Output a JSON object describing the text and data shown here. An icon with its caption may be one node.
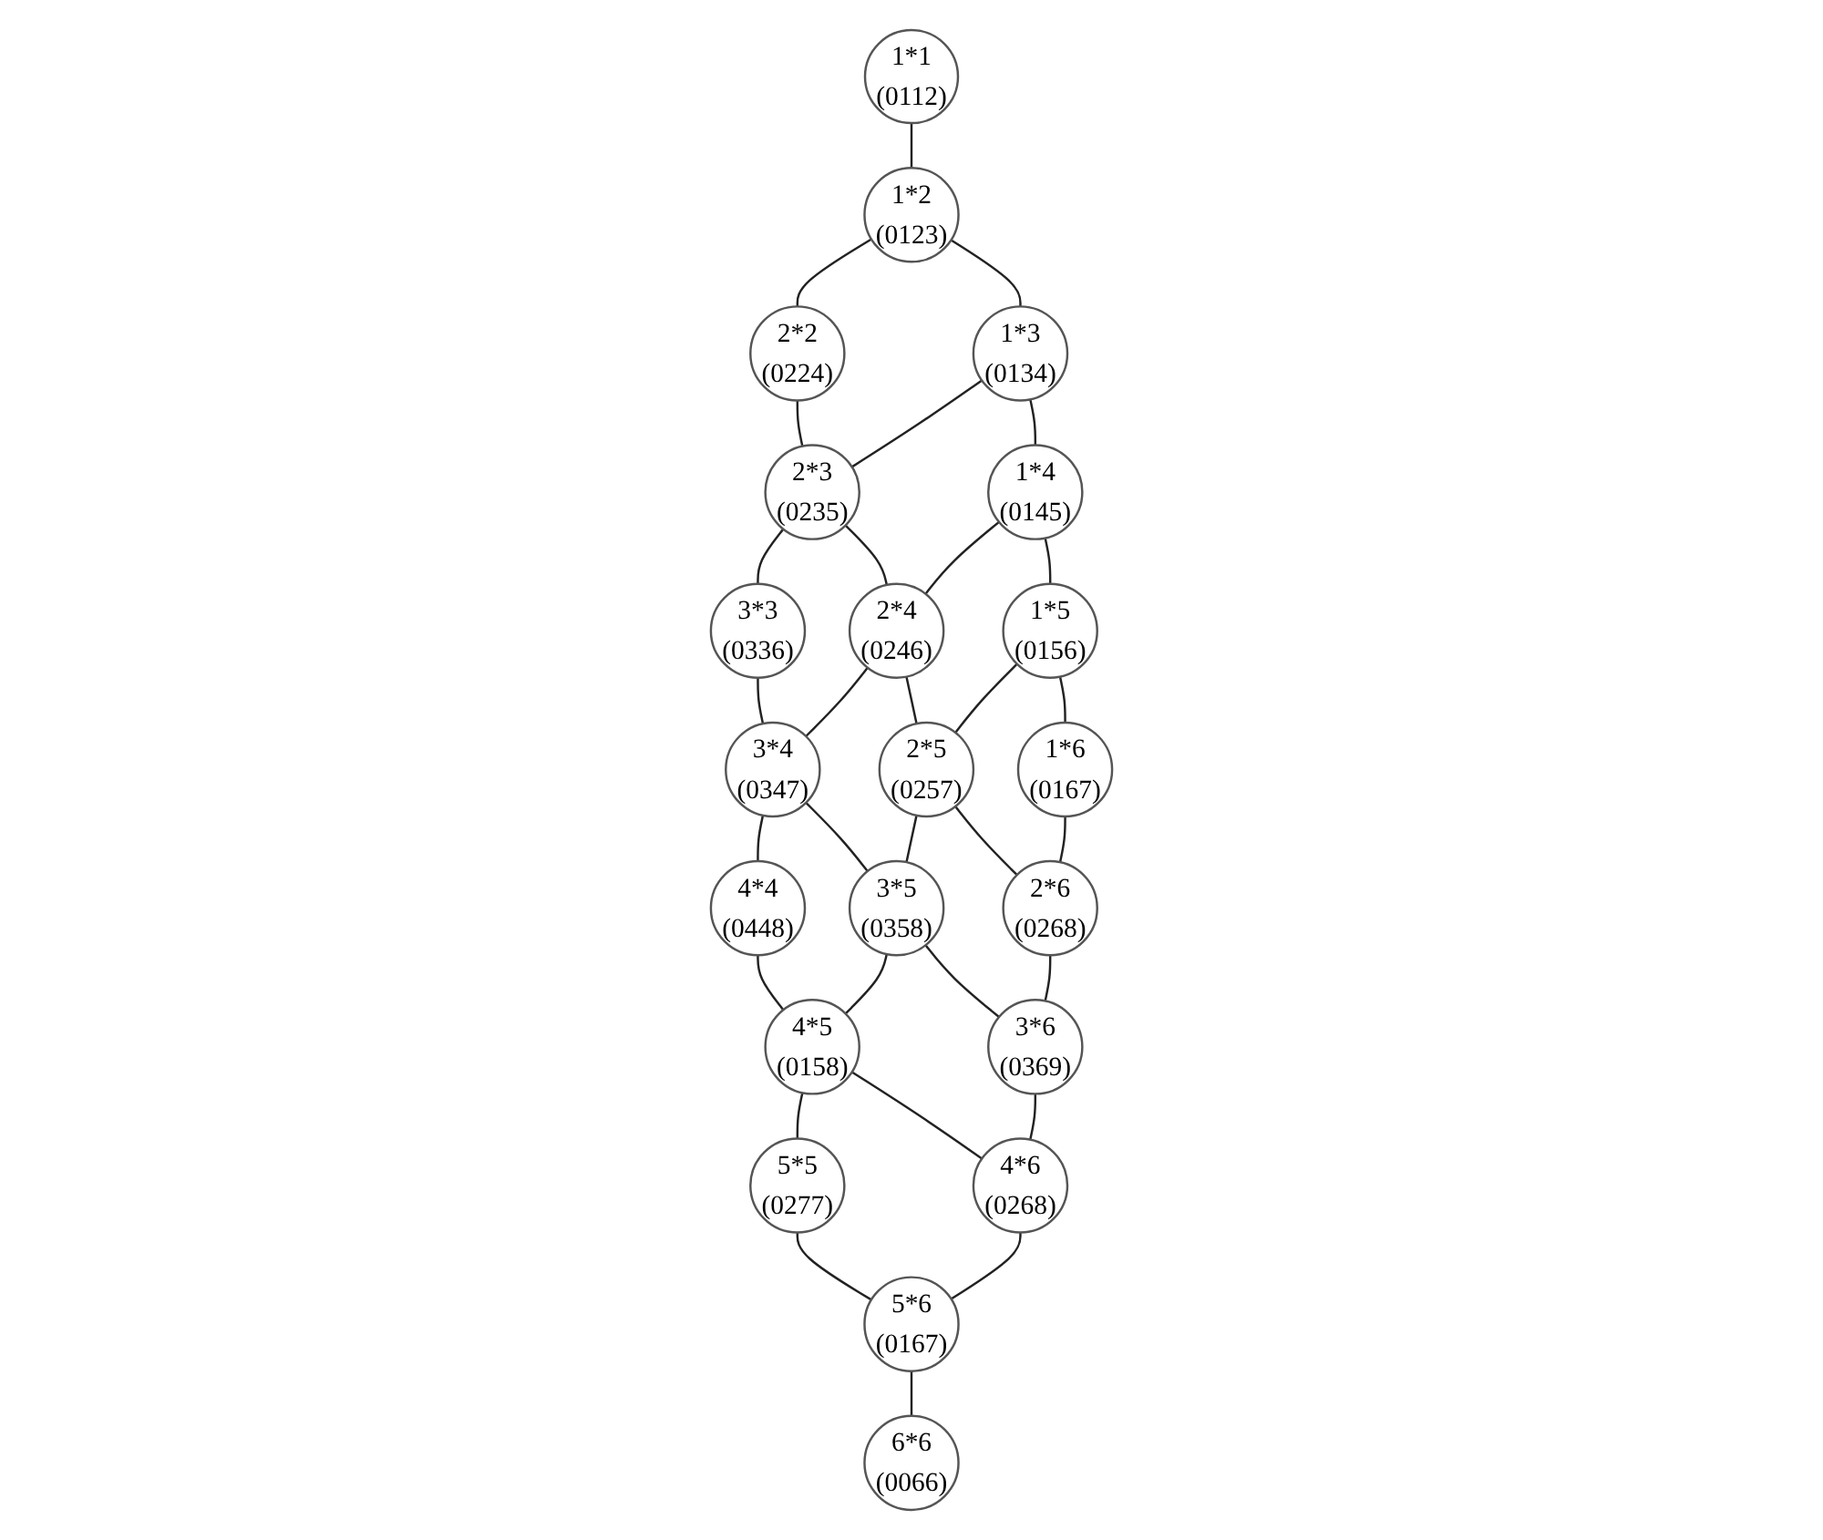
{
  "diagram": {
    "nodes": [
      {
        "text": [
          "1*1",
          "(0112)"
        ]
      },
      {
        "text": [
          "1*2",
          "(0123)"
        ]
      },
      {
        "text": [
          "2*2",
          "(0224)"
        ]
      },
      {
        "text": [
          "1*3",
          "(0134)"
        ]
      },
      {
        "text": [
          "2*3",
          "(0235)"
        ]
      },
      {
        "text": [
          "3*3",
          "(0336)"
        ]
      },
      {
        "text": [
          "1*4",
          "(0145)"
        ]
      },
      {
        "text": [
          "2*4",
          "(0246)"
        ]
      },
      {
        "text": [
          "3*4",
          "(0347)"
        ]
      },
      {
        "text": [
          "4*4",
          "(0448)"
        ]
      },
      {
        "text": [
          "1*5",
          "(0156)"
        ]
      },
      {
        "text": [
          "2*5",
          "(0257)"
        ]
      },
      {
        "text": [
          "3*5",
          "(0358)"
        ]
      },
      {
        "text": [
          "4*5",
          "(0158)"
        ]
      },
      {
        "text": [
          "5*5",
          "(0277)"
        ]
      },
      {
        "text": [
          "1*6",
          "(0167)"
        ]
      },
      {
        "text": [
          "2*6",
          "(0268)"
        ]
      },
      {
        "text": [
          "3*6",
          "(0369)"
        ]
      },
      {
        "text": [
          "4*6",
          "(0268)"
        ]
      },
      {
        "text": [
          "5*6",
          "(0167)"
        ]
      },
      {
        "text": [
          "6*6",
          "(0066)"
        ]
      }
    ],
    "edges": [
      {
        "from": 0,
        "to": 1,
        "arrow": "none"
      },
      {
        "from": 1,
        "to": 2,
        "arrow": "none"
      },
      {
        "from": 1,
        "to": 3,
        "arrow": "none"
      },
      {
        "from": 2,
        "to": 4,
        "arrow": "none"
      },
      {
        "from": 3,
        "to": 4,
        "arrow": "none"
      },
      {
        "from": 4,
        "to": 5,
        "arrow": "none"
      },
      {
        "from": 3,
        "to": 6,
        "arrow": "none"
      },
      {
        "from": 4,
        "to": 7,
        "arrow": "none"
      },
      {
        "from": 5,
        "to": 8,
        "arrow": "none"
      },
      {
        "from": 6,
        "to": 7,
        "arrow": "none"
      },
      {
        "from": 7,
        "to": 8,
        "arrow": "none"
      },
      {
        "from": 8,
        "to": 9,
        "arrow": "none"
      },
      {
        "from": 6,
        "to": 10,
        "arrow": "none"
      },
      {
        "from": 7,
        "to": 11,
        "arrow": "none"
      },
      {
        "from": 8,
        "to": 12,
        "arrow": "none"
      },
      {
        "from": 9,
        "to": 13,
        "arrow": "none"
      },
      {
        "from": 10,
        "to": 11,
        "arrow": "none"
      },
      {
        "from": 11,
        "to": 12,
        "arrow": "none"
      },
      {
        "from": 12,
        "to": 13,
        "arrow": "none"
      },
      {
        "from": 13,
        "to": 14,
        "arrow": "none"
      },
      {
        "from": 10,
        "to": 15,
        "arrow": "none"
      },
      {
        "from": 11,
        "to": 16,
        "arrow": "none"
      },
      {
        "from": 12,
        "to": 17,
        "arrow": "none"
      },
      {
        "from": 13,
        "to": 18,
        "arrow": "none"
      },
      {
        "from": 14,
        "to": 19,
        "arrow": "none"
      },
      {
        "from": 15,
        "to": 16,
        "arrow": "none"
      },
      {
        "from": 16,
        "to": 17,
        "arrow": "none"
      },
      {
        "from": 17,
        "to": 18,
        "arrow": "none"
      },
      {
        "from": 18,
        "to": 19,
        "arrow": "none"
      },
      {
        "from": 19,
        "to": 20,
        "arrow": "none"
      }
    ]
  }
}
